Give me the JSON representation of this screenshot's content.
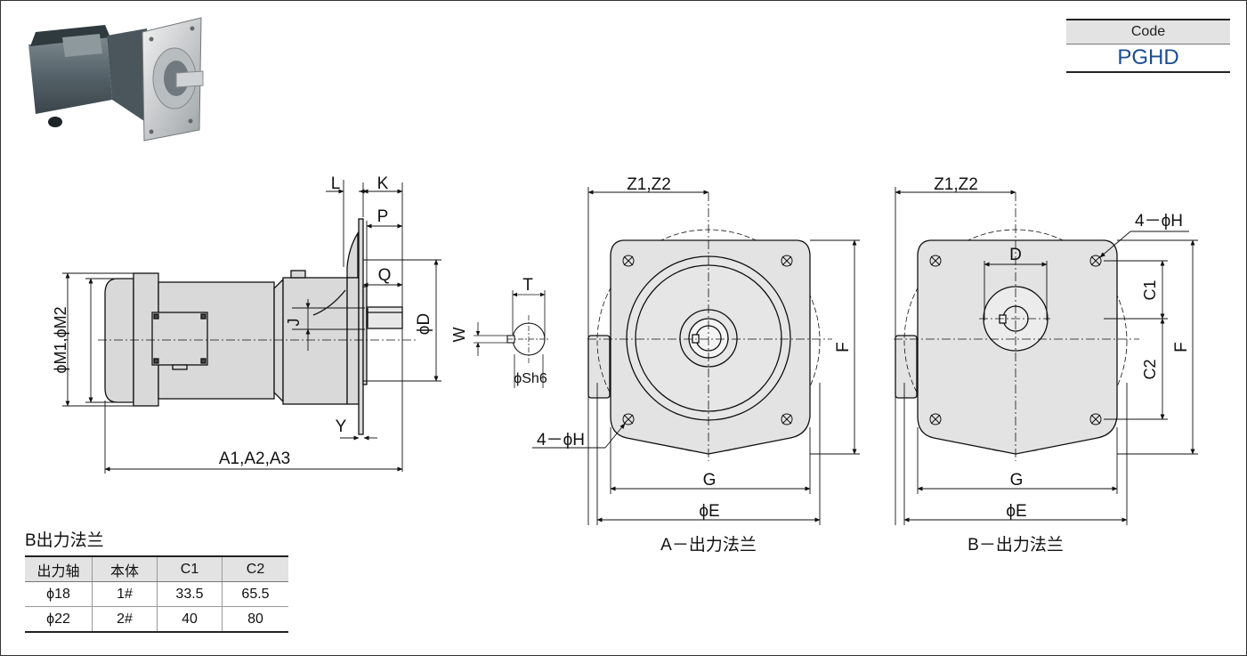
{
  "code_box": {
    "label": "Code",
    "value": "PGHD"
  },
  "labels": {
    "L": "L",
    "K": "K",
    "P": "P",
    "Q": "Q",
    "J": "J",
    "phiD": "ϕD",
    "Y": "Y",
    "phiM": "ϕM1,ϕM2",
    "A": "A1,A2,A3",
    "T": "T",
    "W": "W",
    "phiS": "ϕSh6",
    "Z": "Z1,Z2",
    "F": "F",
    "G": "G",
    "phiE": "ϕE",
    "holes": "4－ϕH",
    "D": "D",
    "C1": "C1",
    "C2": "C2"
  },
  "captions": {
    "a_flange": "A－出力法兰",
    "b_flange": "B－出力法兰"
  },
  "table": {
    "title": "B出力法兰",
    "headers": [
      "出力轴",
      "本体",
      "C1",
      "C2"
    ],
    "rows": [
      [
        "ϕ18",
        "1#",
        "33.5",
        "65.5"
      ],
      [
        "ϕ22",
        "2#",
        "40",
        "80"
      ]
    ]
  },
  "colors": {
    "code_blue": "#1c4d8f",
    "motor_gray": "#5f6b70",
    "flange_gray": "#d9d9d9",
    "line": "#111111"
  },
  "icons": {
    "product_photo": "gear-motor-photo"
  }
}
